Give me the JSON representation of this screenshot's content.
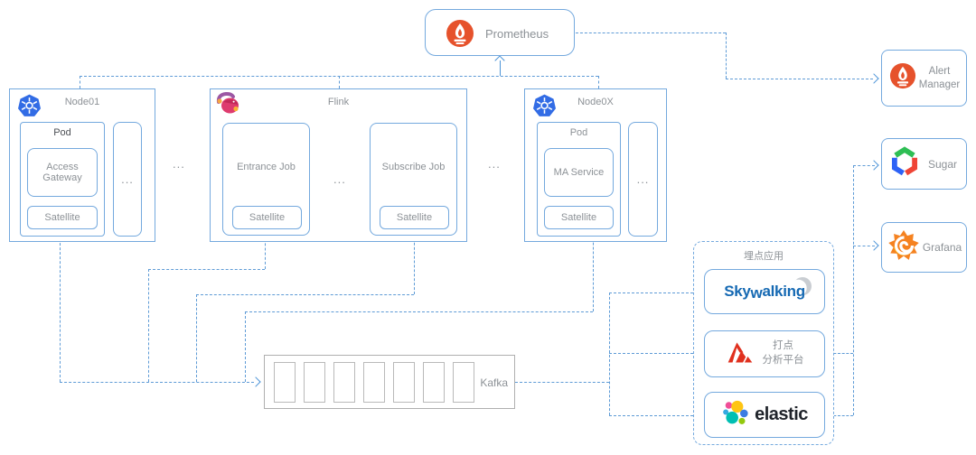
{
  "colors": {
    "line_blue": "#5E9BD6",
    "border_blue": "#74A9DE",
    "text_gray": "#8C9196",
    "prometheus_orange": "#E6522C",
    "kubernetes_blue": "#326CE5",
    "kafka_gray": "#AFAFAF"
  },
  "prometheus": {
    "label": "Prometheus"
  },
  "alert_manager": {
    "label": "Alert Manager"
  },
  "sugar": {
    "label": "Sugar"
  },
  "grafana": {
    "label": "Grafana"
  },
  "node01": {
    "title": "Node01",
    "pod_label": "Pod",
    "service": "Access Gateway",
    "satellite": "Satellite",
    "more": "..."
  },
  "flink": {
    "title": "Flink",
    "job1": "Entrance Job",
    "job2": "Subscribe Job",
    "satellite": "Satellite",
    "more": "..."
  },
  "node0x": {
    "title": "Node0X",
    "pod_label": "Pod",
    "service": "MA Service",
    "satellite": "Satellite",
    "more": "..."
  },
  "gap1": "...",
  "gap2": "...",
  "kafka": {
    "label": "Kafka",
    "partitions": 7
  },
  "tracking": {
    "title": "埋点应用",
    "skywalking": {
      "part1": "Sky",
      "part2": "w",
      "part3": "alking"
    },
    "dadian": {
      "line1": "打点",
      "line2": "分析平台"
    },
    "elastic": {
      "label": "elastic"
    }
  }
}
